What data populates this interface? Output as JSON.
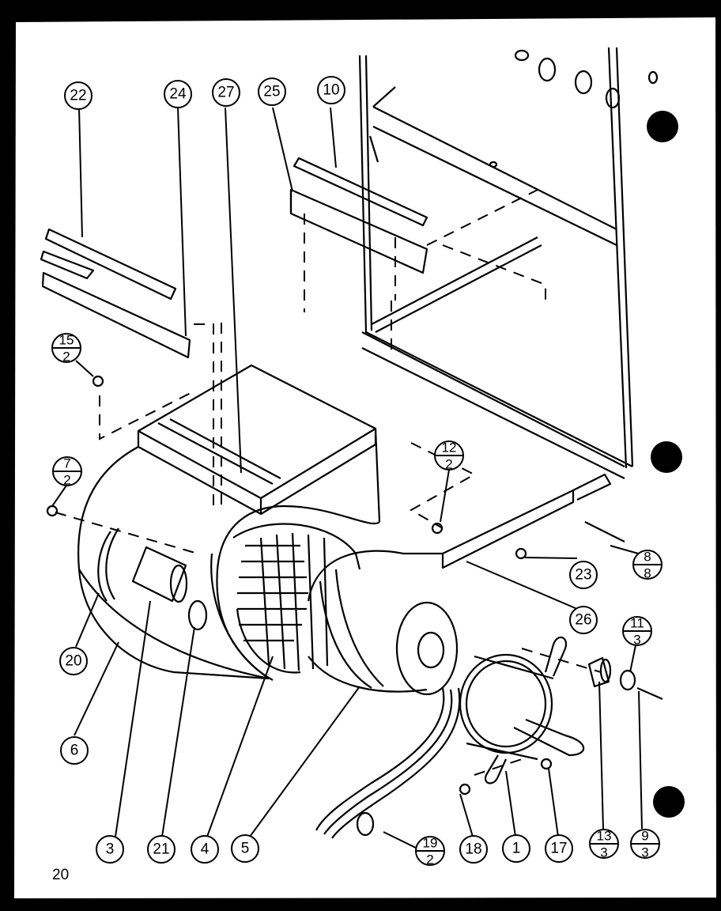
{
  "page_number": "20",
  "callouts": {
    "c22": "22",
    "c24": "24",
    "c27": "27",
    "c25": "25",
    "c10": "10",
    "c23": "23",
    "c26": "26",
    "c20": "20",
    "c6": "6",
    "c3": "3",
    "c21": "21",
    "c4": "4",
    "c5": "5",
    "c18": "18",
    "c1": "1",
    "c17": "17"
  },
  "fractions": {
    "f15": {
      "num": "15",
      "den": "2"
    },
    "f7": {
      "num": "7",
      "den": "2"
    },
    "f12": {
      "num": "12",
      "den": "2"
    },
    "f8": {
      "num": "8",
      "den": "8"
    },
    "f11": {
      "num": "11",
      "den": "3"
    },
    "f19": {
      "num": "19",
      "den": "2"
    },
    "f13": {
      "num": "13",
      "den": "3"
    },
    "f9": {
      "num": "9",
      "den": "3"
    }
  }
}
